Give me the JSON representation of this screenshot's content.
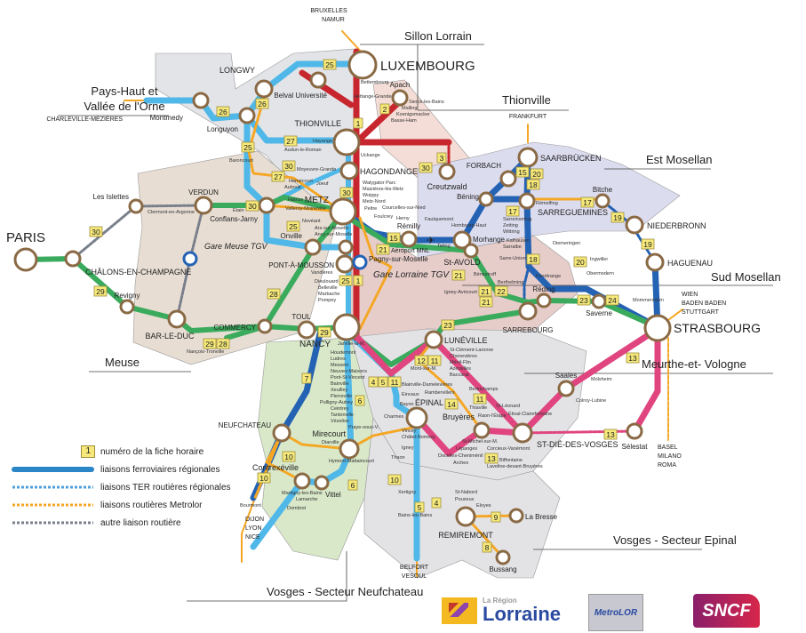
{
  "colors": {
    "sillon_red": "#c8262e",
    "regional_light_blue": "#4fb8e8",
    "regional_dark_blue": "#2462b4",
    "green_line": "#3aab5c",
    "pink_line": "#e0457f",
    "metrolor_orange": "#f5a623",
    "other_road_gray": "#7a7f8c",
    "badge_yellow": "#f6e97a"
  },
  "sectors": {
    "sillon": "Sillon Lorrain",
    "thionville": "Thionville",
    "payshaut_1": "Pays-Haut et",
    "payshaut_2": "Vallée de l'Orne",
    "estmosellan": "Est Mosellan",
    "sudmosellan": "Sud Mosellan",
    "meuse": "Meuse",
    "meurthe": "Meurthe-et- Vologne",
    "epinal": "Vosges - Secteur Epinal",
    "neufchateau": "Vosges - Secteur Neufchateau"
  },
  "destinations": {
    "bruxelles_1": "BRUXELLES",
    "bruxelles_2": "NAMUR",
    "frankfurt": "FRANKFURT",
    "charleville": "CHARLEVILLE-MÉZIÈRES",
    "wien_1": "WIEN",
    "wien_2": "BADEN BADEN",
    "wien_3": "STUTTGART",
    "basel_1": "BASEL",
    "basel_2": "MILANO",
    "basel_3": "ROMA",
    "dijon_1": "DIJON",
    "dijon_2": "LYON",
    "dijon_3": "NICE",
    "belfort_1": "BELFORT",
    "belfort_2": "VESOUL"
  },
  "stations": {
    "lux": "LUXEMBOURG",
    "longwy": "LONGWY",
    "belval": "Belval Université",
    "apach": "Apach",
    "thionville": "THIONVILLE",
    "hagondange": "HAGONDANGE",
    "creutzwald": "Creutzwald",
    "metz": "METZ",
    "longuyon": "Longuyon",
    "montmedy": "Montmedy",
    "verdun": "VERDUN",
    "conflans": "Conflans-Jarny",
    "islettes": "Les Islettes",
    "paris": "PARIS",
    "chalons": "CHÂLONS-EN-CHAMPAGNE",
    "meusetgv": "Gare Meuse TGV",
    "revigny": "Revigny",
    "barleduc": "BAR-LE-DUC",
    "commercy": "COMMERCY",
    "toul": "TOUL",
    "nancy": "NANCY",
    "onville": "Onville",
    "pagny": "Pagny-sur-Moselle",
    "pam": "PONT-À-MOUSSON",
    "lorrainetgv": "Gare Lorraine TGV",
    "remilly": "Rémilly",
    "stavold": "St-AVOLD",
    "bening": "Béning",
    "forbach": "FORBACH",
    "saarbrucken": "SAARBRÜCKEN",
    "sarreguemines": "SARREGUEMINES",
    "bitche": "Bitche",
    "niederbronn": "NIEDERBRONN",
    "haguenau": "HAGUENAU",
    "strasbourg": "STRASBOURG",
    "morhange": "Morhange",
    "sarrebourg": "SARREBOURG",
    "reding": "Réding",
    "saverne": "Saverne",
    "luneville": "LUNÉVILLE",
    "stdie": "ST-DIÉ-DES-VOSGES",
    "saales": "Saales",
    "selestat": "Sélestat",
    "epinal": "ÉPINAL",
    "bruyeres": "Bruyères",
    "remiremont": "REMIREMONT",
    "labresse": "La Bresse",
    "bussang": "Bussang",
    "mirecourt": "Mirecourt",
    "neufchateau": "NEUFCHATEAU",
    "contrexeville": "Contrexéville",
    "vittel": "Vittel",
    "airport": "Aéroport MNL"
  },
  "minor_stops": [
    "Bettembourg",
    "Hettange-Grande",
    "Sierck-les-Bains",
    "Malling",
    "Koenigsmacker",
    "Basse-Ham",
    "Uckange",
    "Walygator Parc",
    "Maizières-lès-Metz",
    "Woippy",
    "Metz-Nord",
    "Audun-le-Roman",
    "Hayange",
    "Moyeuvre-Grande",
    "Homécourt",
    "Auboué",
    "Joeuf",
    "Valleroy-Moineville",
    "Hatrize",
    "Baroncourt",
    "Etain",
    "Clermont-en-Argonne",
    "Nançois-Tronville",
    "Ars-sur-Moselle",
    "Ancy-sur-Moselle",
    "Novéant",
    "Vandières",
    "Dieulouard",
    "Belleville",
    "Marbache",
    "Pompey",
    "Jarville-la-M.",
    "Houdemont",
    "Ludres",
    "Messein",
    "Neuves-Maisons",
    "Pont-St-Vincent",
    "Bainville",
    "Xeuilley",
    "Pierreville",
    "Pulligny-Autrey",
    "Ceintrey",
    "Tantonville",
    "Vézelise",
    "Praye-sous-V.",
    "Diarville",
    "Hymont-Mattaincourt",
    "Martigny-les-Bains",
    "Lamarche",
    "Bourmont",
    "Dombrot",
    "Blainville-Damelevières",
    "Einvaux",
    "Bayon",
    "Charmes",
    "Vincey",
    "Châtel-Nomexy",
    "Igney",
    "Thaon",
    "Xertigny",
    "Bains-les-Bains",
    "Pouxeux",
    "Eloyes",
    "St-Nabord",
    "Mont-sur-M.",
    "St-Clément-Laronxe",
    "Chenevières",
    "Ménil-Flin",
    "Azerailles",
    "Baccarat",
    "Bertrichamps",
    "Thiaville",
    "Raon-l'Étape",
    "Étival-Clairefontaine",
    "St-Michel-sur-M.",
    "Rambervillers",
    "St-Léonard",
    "Corcieux-Vanémont",
    "Biffontaine",
    "Laveline-devant-Bruyères",
    "Lépanges",
    "Docelles-Cheniménil",
    "Arches",
    "Colroy-Lubine",
    "Molsheim",
    "Diemeringen",
    "Ingwiller",
    "Obermodern",
    "Mommenheim",
    "Rémelfing",
    "Sarreinsming",
    "Zetting",
    "Wittring",
    "Kalhausen",
    "Sarralbe",
    "Sarre-Union",
    "Fénétrange",
    "Berthelming",
    "Bénestroff",
    "Igney-Avricourt",
    "Teting",
    "Hombourg-Haut",
    "Faulquemont",
    "Herny",
    "Peltre",
    "Courcelles-sur-Nied",
    "Foulcrey"
  ],
  "route_numbers": [
    "25",
    "26",
    "26",
    "25",
    "27",
    "27",
    "30",
    "30",
    "30",
    "25",
    "1",
    "2",
    "3",
    "30",
    "15",
    "20",
    "18",
    "17",
    "17",
    "18",
    "19",
    "19",
    "15",
    "21",
    "21",
    "21",
    "22",
    "20",
    "21",
    "23",
    "24",
    "28",
    "29",
    "29",
    "28",
    "30",
    "29",
    "25",
    "1",
    "7",
    "6",
    "10",
    "10",
    "6",
    "4",
    "5",
    "11",
    "12",
    "11",
    "11",
    "14",
    "13",
    "13",
    "13",
    "10",
    "5",
    "4",
    "9",
    "8",
    "23"
  ],
  "legend": {
    "badge_number": "1",
    "badge_text": "numéro de la fiche horaire",
    "rail": "liaisons ferroviaires régionales",
    "ter_road": "liaisons TER routières régionales",
    "metrolor": "liaisons routières Metrolor",
    "other_road": "autre liaison routière"
  },
  "logos": {
    "lorraine_small": "La Région",
    "lorraine_big": "Lorraine",
    "metrolor": "MetroLOR",
    "sncf": "SNCF"
  }
}
